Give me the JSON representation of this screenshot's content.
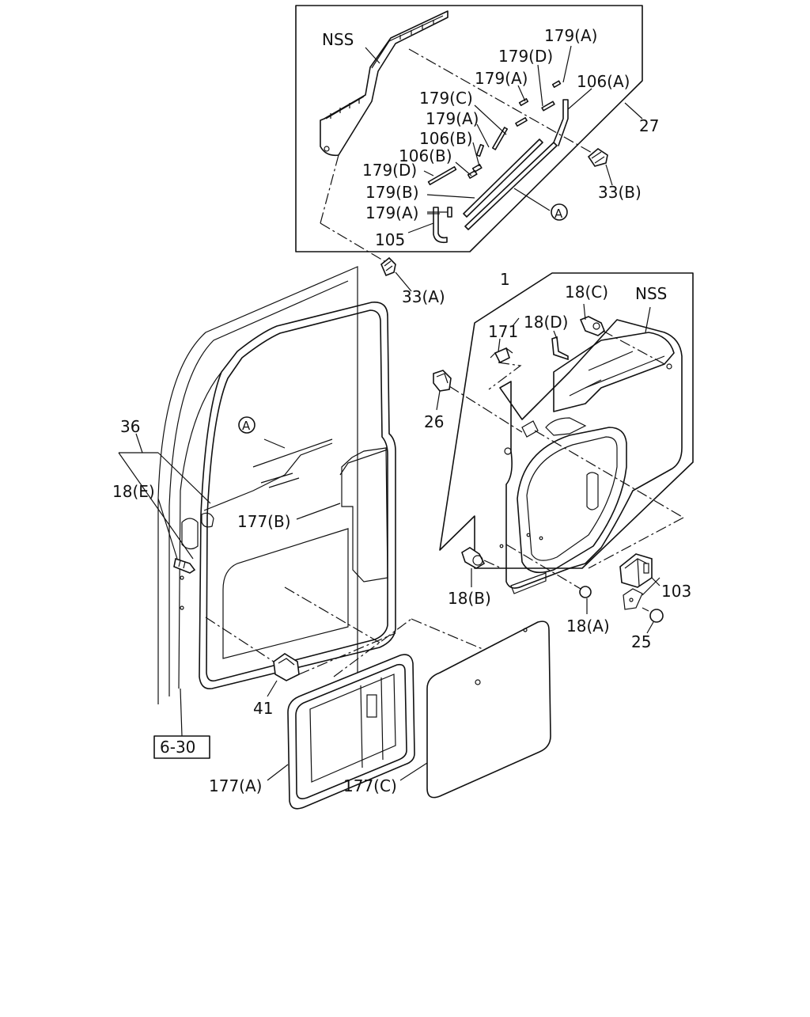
{
  "callouts": {
    "nss_top": "NSS",
    "c179a_1": "179(A)",
    "c179d_1": "179(D)",
    "c179a_2": "179(A)",
    "c106a": "106(A)",
    "c179c": "179(C)",
    "c179a_3": "179(A)",
    "c27": "27",
    "c106b_1": "106(B)",
    "c106b_2": "106(B)",
    "c179d_2": "179(D)",
    "c33b": "33(B)",
    "c179b": "179(B)",
    "ref_a_top": "A",
    "c179a_4": "179(A)",
    "c105": "105",
    "c33a": "33(A)",
    "c1": "1",
    "c18c": "18(C)",
    "nss_right": "NSS",
    "c171": "171",
    "c18d": "18(D)",
    "c26": "26",
    "c36": "36",
    "ref_a_left": "A",
    "c18e": "18(E)",
    "c177b": "177(B)",
    "c18b": "18(B)",
    "c103": "103",
    "c18a": "18(A)",
    "c25": "25",
    "c41": "41",
    "c6_30": "6-30",
    "c177a": "177(A)",
    "c177c": "177(C)"
  }
}
